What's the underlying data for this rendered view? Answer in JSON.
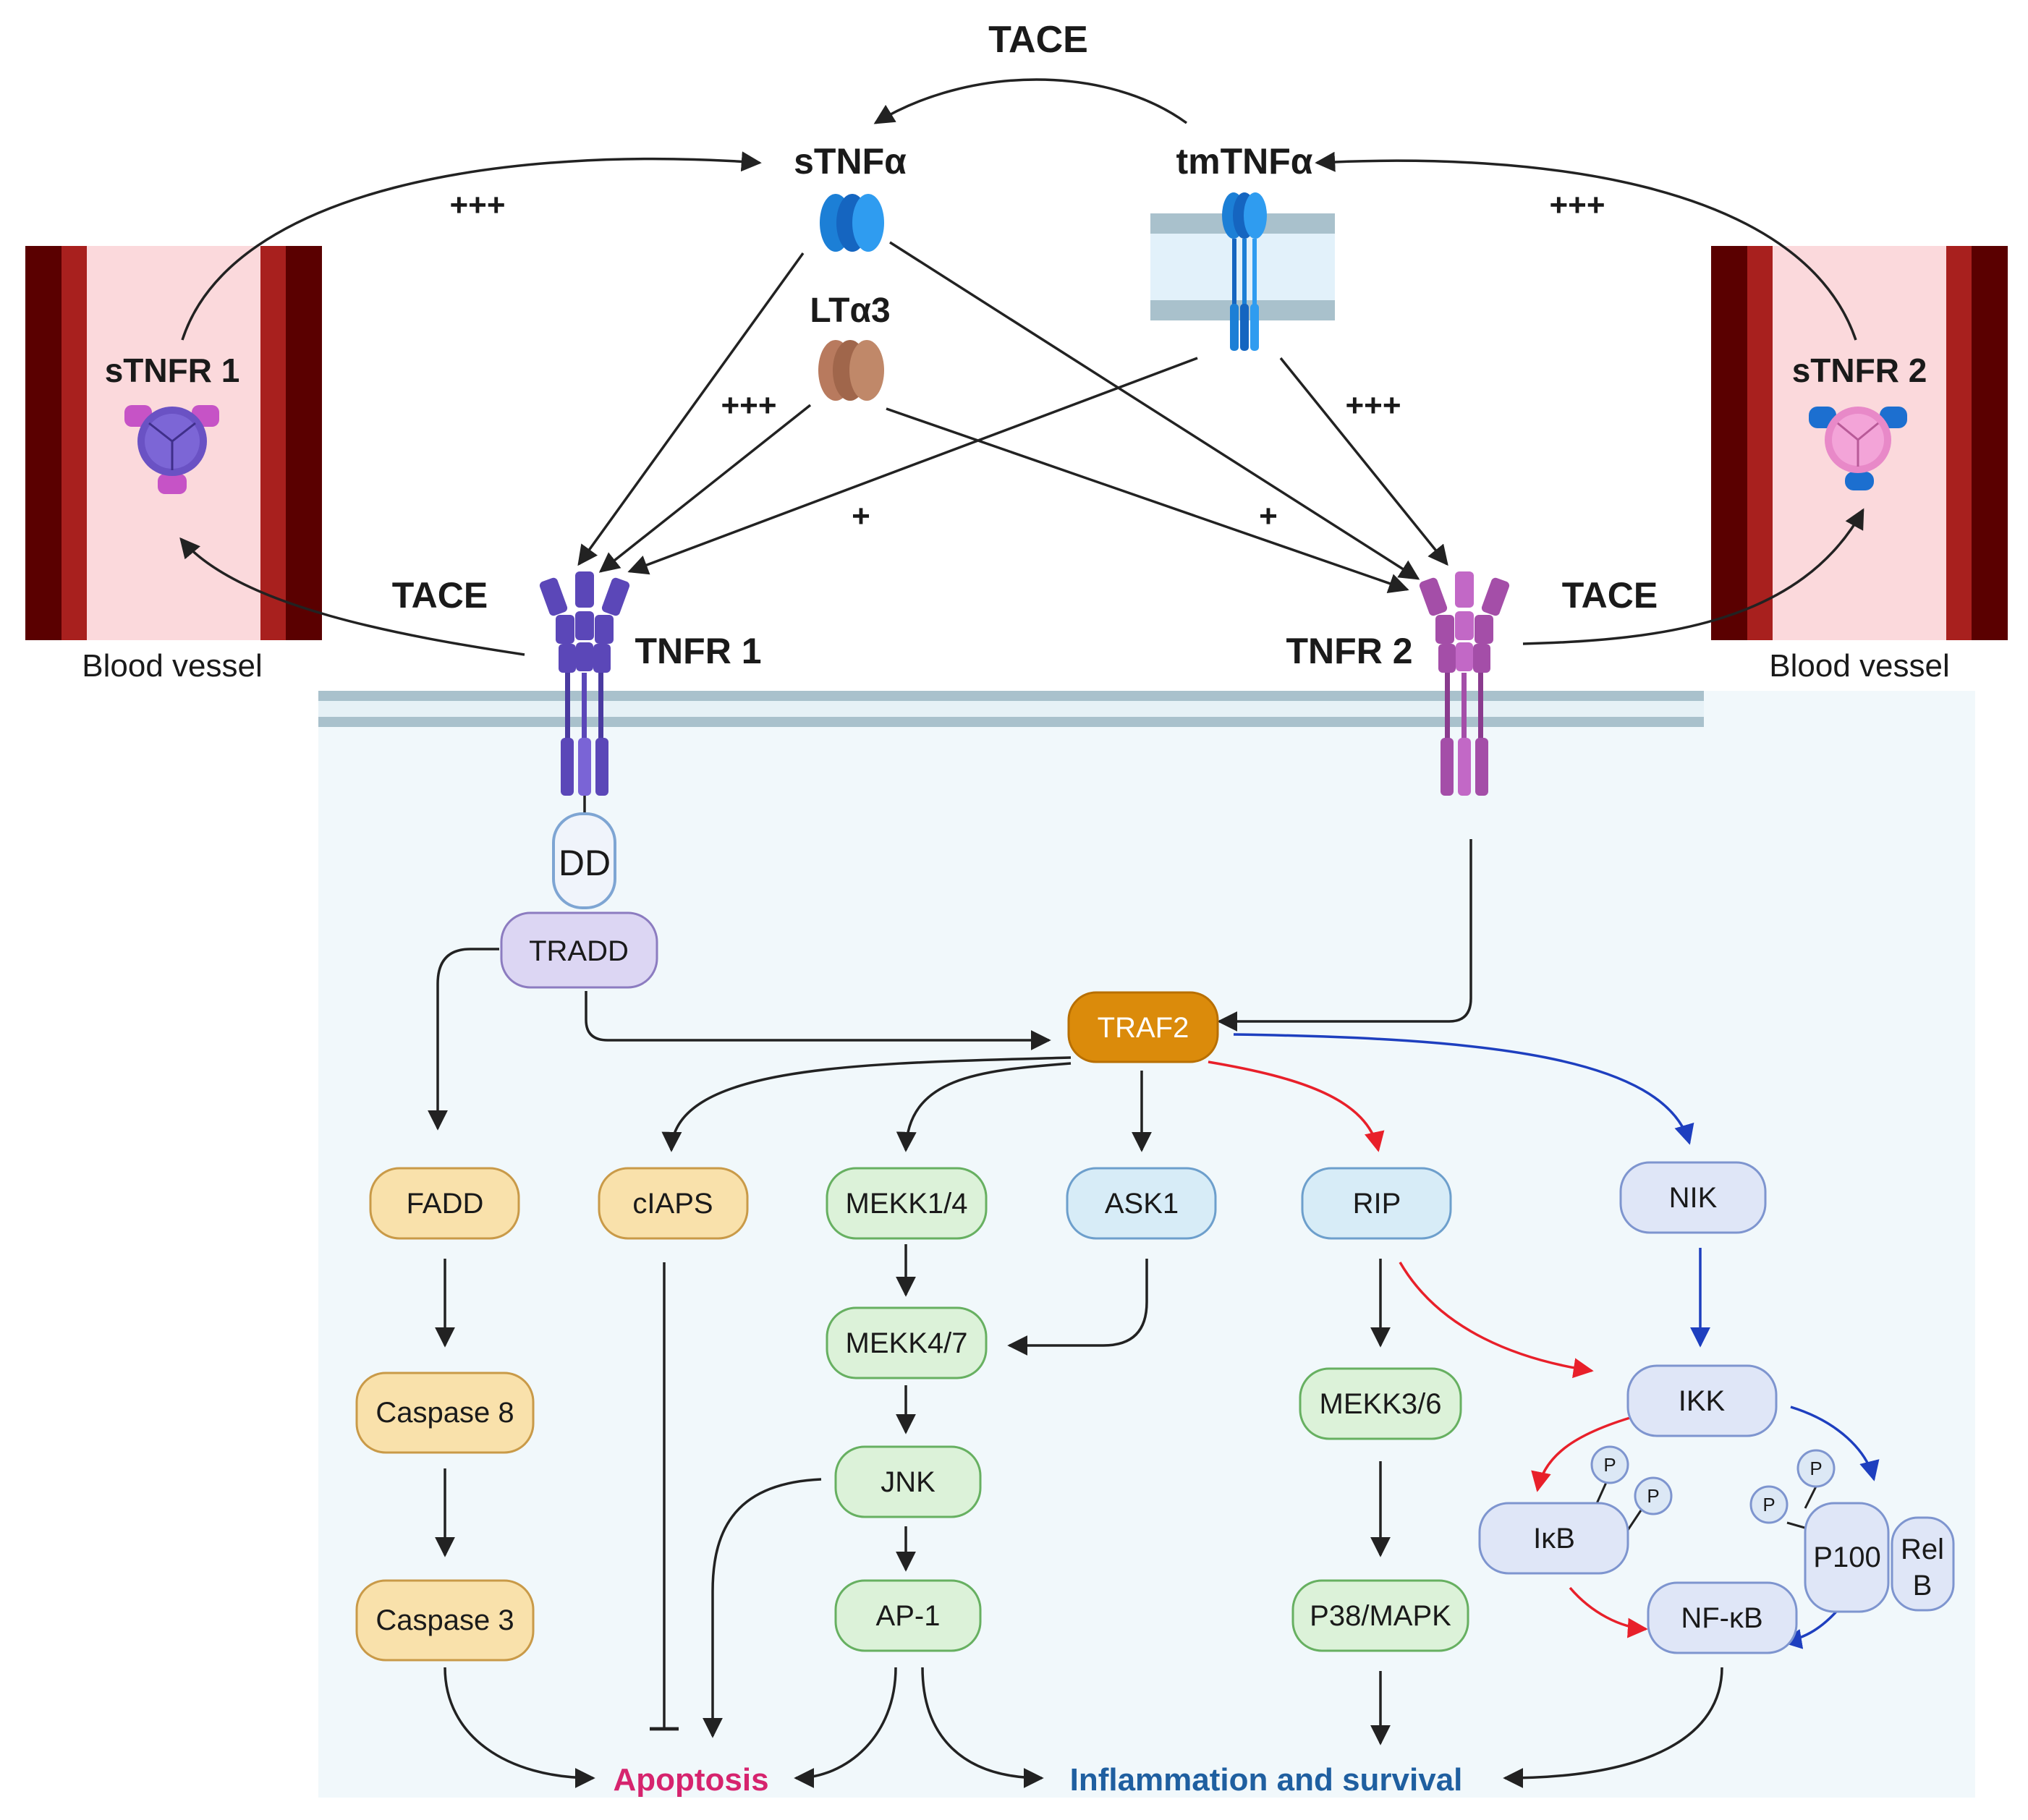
{
  "ligands": {
    "stnfa": "sTNFα",
    "tmtnfa": "tmTNFα",
    "lta3": "LTα3",
    "tace_top": "TACE"
  },
  "receptors": {
    "tnfr1": "TNFR 1",
    "tnfr2": "TNFR 2",
    "stnfr1": "sTNFR 1",
    "stnfr2": "sTNFR 2",
    "tace_left": "TACE",
    "tace_right": "TACE",
    "blood_vessel_left": "Blood vessel",
    "blood_vessel_right": "Blood vessel"
  },
  "signs": {
    "left_top": "+++",
    "right_top": "+++",
    "stnfa_tnfr1": "+++",
    "tm_tnfr2": "+++",
    "cross_left": "+",
    "cross_right": "+"
  },
  "nodes": {
    "dd": "DD",
    "tradd": "TRADD",
    "traf2": "TRAF2",
    "fadd": "FADD",
    "ciaps": "cIAPS",
    "mekk14": "MEKK1/4",
    "ask1": "ASK1",
    "rip": "RIP",
    "nik": "NIK",
    "caspase8": "Caspase 8",
    "mekk47": "MEKK4/7",
    "mekk36": "MEKK3/6",
    "ikk": "IKK",
    "jnk": "JNK",
    "ikb": "IκB",
    "p100": "P100",
    "relb_1": "Rel",
    "relb_2": "B",
    "caspase3": "Caspase 3",
    "ap1": "AP-1",
    "p38": "P38/MAPK",
    "nfkb": "NF-κB",
    "p": "P"
  },
  "outcomes": {
    "apoptosis": "Apoptosis",
    "inflammation": "Inflammation and survival"
  },
  "colors": {
    "apoptosis": "#d6246e",
    "inflammation": "#1f5fa0",
    "red_arrow": "#e8202a",
    "blue_arrow": "#1e3fbf",
    "vessel_dark": "#5a0000",
    "vessel_mid": "#a8201e",
    "vessel_light": "#fbd9dc"
  }
}
